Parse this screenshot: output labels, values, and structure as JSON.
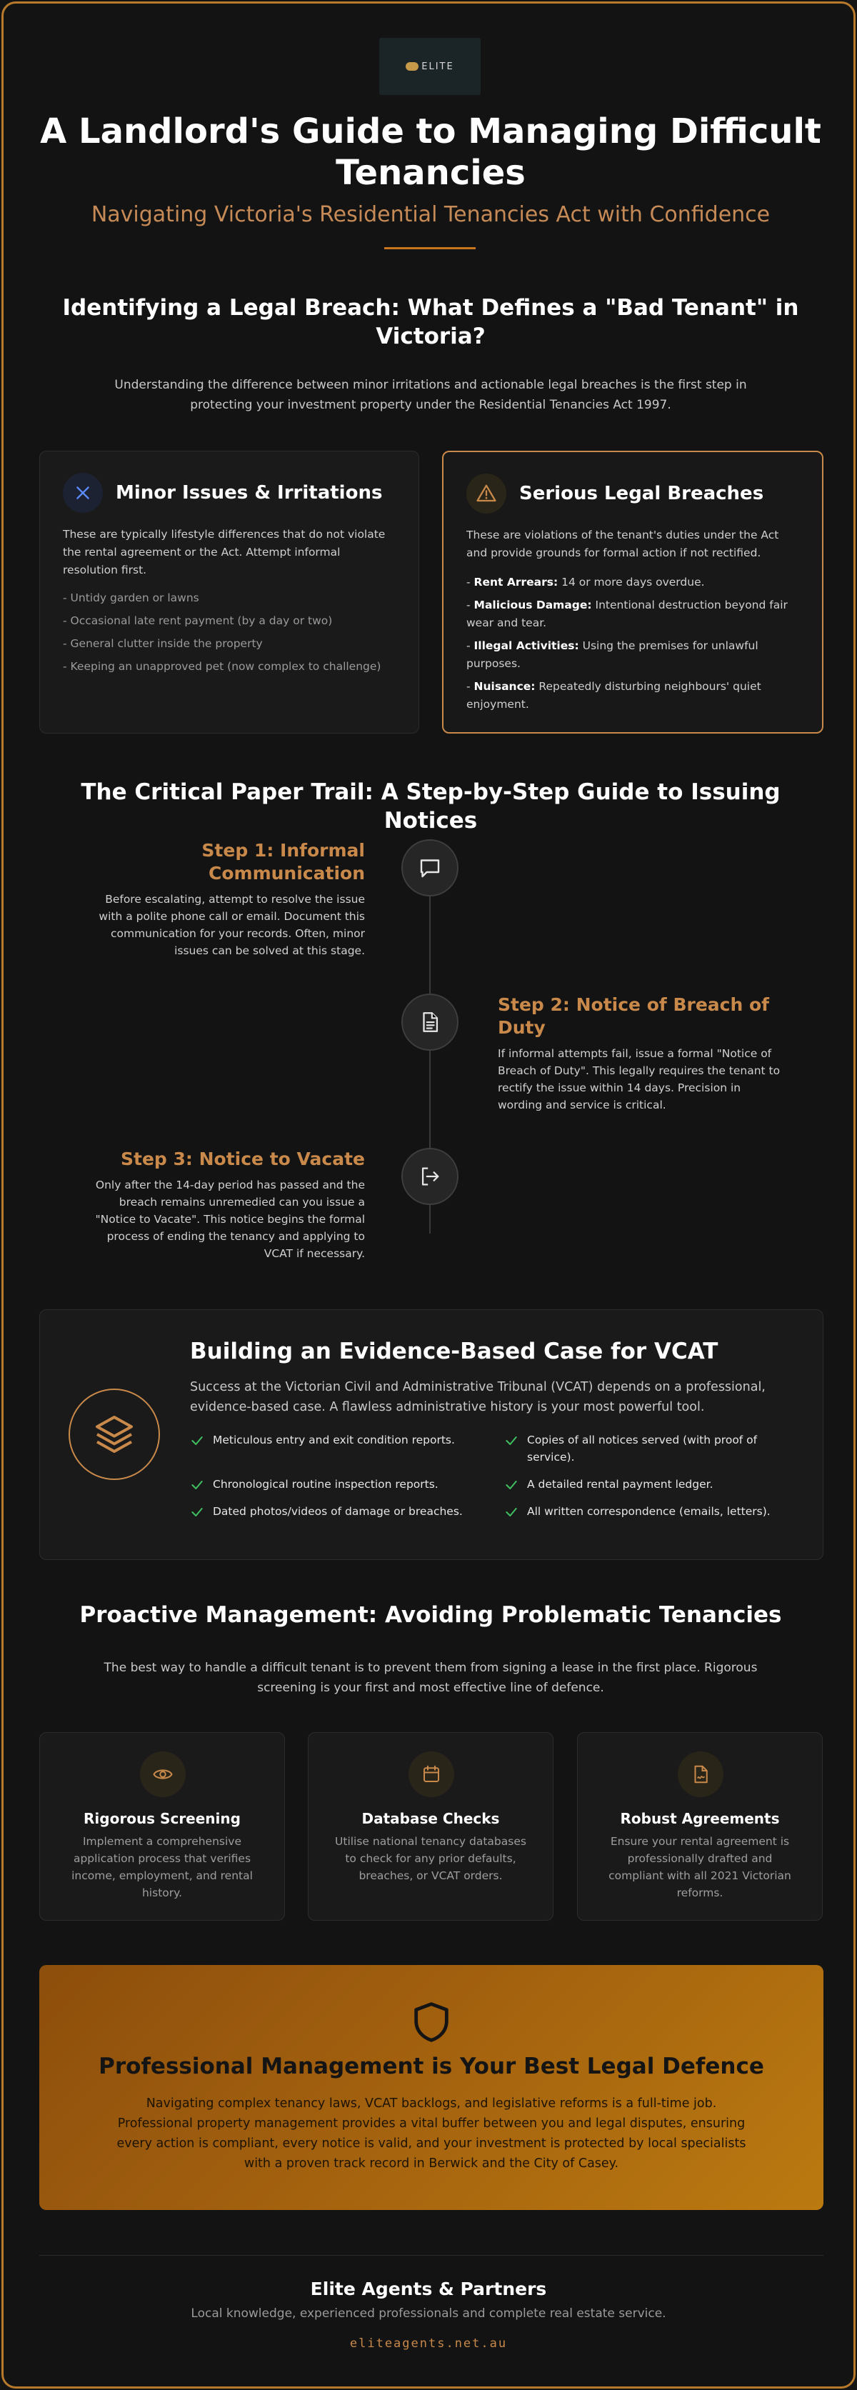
{
  "header": {
    "logo_text": "ELITE",
    "title": "A Landlord's Guide to Managing Difficult Tenancies",
    "subtitle": "Navigating Victoria's Residential Tenancies Act with Confidence"
  },
  "breach": {
    "heading": "Identifying a Legal Breach: What Defines a \"Bad Tenant\" in Victoria?",
    "lead": "Understanding the difference between minor irritations and actionable legal breaches is the first step in protecting your investment property under the Residential Tenancies Act 1997.",
    "minor": {
      "title": "Minor Issues & Irritations",
      "icon": "close-icon",
      "text": "These are typically lifestyle differences that do not violate the rental agreement or the Act. Attempt informal resolution first.",
      "items": [
        "- Untidy garden or lawns",
        "- Occasional late rent payment (by a day or two)",
        "- General clutter inside the property",
        "- Keeping an unapproved pet (now complex to challenge)"
      ]
    },
    "serious": {
      "title": "Serious Legal Breaches",
      "icon": "warning-icon",
      "text": "These are violations of the tenant's duties under the Act and provide grounds for formal action if not rectified.",
      "items": [
        {
          "label": "Rent Arrears:",
          "detail": "14 or more days overdue."
        },
        {
          "label": "Malicious Damage:",
          "detail": "Intentional destruction beyond fair wear and tear."
        },
        {
          "label": "Illegal Activities:",
          "detail": "Using the premises for unlawful purposes."
        },
        {
          "label": "Nuisance:",
          "detail": "Repeatedly disturbing neighbours' quiet enjoyment."
        }
      ]
    }
  },
  "paper_trail": {
    "heading": "The Critical Paper Trail: A Step-by-Step Guide to Issuing Notices",
    "steps": [
      {
        "title": "Step 1: Informal Communication",
        "icon": "chat-icon",
        "text": "Before escalating, attempt to resolve the issue with a polite phone call or email. Document this communication for your records. Often, minor issues can be solved at this stage."
      },
      {
        "title": "Step 2: Notice of Breach of Duty",
        "icon": "document-icon",
        "text": "If informal attempts fail, issue a formal \"Notice of Breach of Duty\". This legally requires the tenant to rectify the issue within 14 days. Precision in wording and service is critical."
      },
      {
        "title": "Step 3: Notice to Vacate",
        "icon": "exit-icon",
        "text": "Only after the 14-day period has passed and the breach remains unremedied can you issue a \"Notice to Vacate\". This notice begins the formal process of ending the tenancy and applying to VCAT if necessary."
      }
    ]
  },
  "vcat": {
    "title": "Building an Evidence-Based Case for VCAT",
    "icon": "layers-icon",
    "desc": "Success at the Victorian Civil and Administrative Tribunal (VCAT) depends on a professional, evidence-based case. A flawless administrative history is your most powerful tool.",
    "checks": [
      "Meticulous entry and exit condition reports.",
      "Copies of all notices served (with proof of service).",
      "Chronological routine inspection reports.",
      "A detailed rental payment ledger.",
      "Dated photos/videos of damage or breaches.",
      "All written correspondence (emails, letters)."
    ]
  },
  "proactive": {
    "heading": "Proactive Management: Avoiding Problematic Tenancies",
    "lead": "The best way to handle a difficult tenant is to prevent them from signing a lease in the first place. Rigorous screening is your first and most effective line of defence.",
    "features": [
      {
        "title": "Rigorous Screening",
        "icon": "eye-icon",
        "text": "Implement a comprehensive application process that verifies income, employment, and rental history."
      },
      {
        "title": "Database Checks",
        "icon": "calendar-icon",
        "text": "Utilise national tenancy databases to check for any prior defaults, breaches, or VCAT orders."
      },
      {
        "title": "Robust Agreements",
        "icon": "contract-icon",
        "text": "Ensure your rental agreement is professionally drafted and compliant with all 2021 Victorian reforms."
      }
    ]
  },
  "cta": {
    "icon": "shield-icon",
    "title": "Professional Management is Your Best Legal Defence",
    "text": "Navigating complex tenancy laws, VCAT backlogs, and legislative reforms is a full-time job. Professional property management provides a vital buffer between you and legal disputes, ensuring every action is compliant, every notice is valid, and your investment is protected by local specialists with a proven track record in Berwick and the City of Casey."
  },
  "footer": {
    "name": "Elite Agents & Partners",
    "tagline": "Local knowledge, experienced professionals and complete real estate service.",
    "url": "eliteagents.net.au"
  },
  "colors": {
    "accent": "#c8894a",
    "background": "#131313",
    "card": "#1a1a1a",
    "check": "#3fbf5f",
    "cta_start": "#8d4e0c",
    "cta_end": "#bb7a10"
  }
}
